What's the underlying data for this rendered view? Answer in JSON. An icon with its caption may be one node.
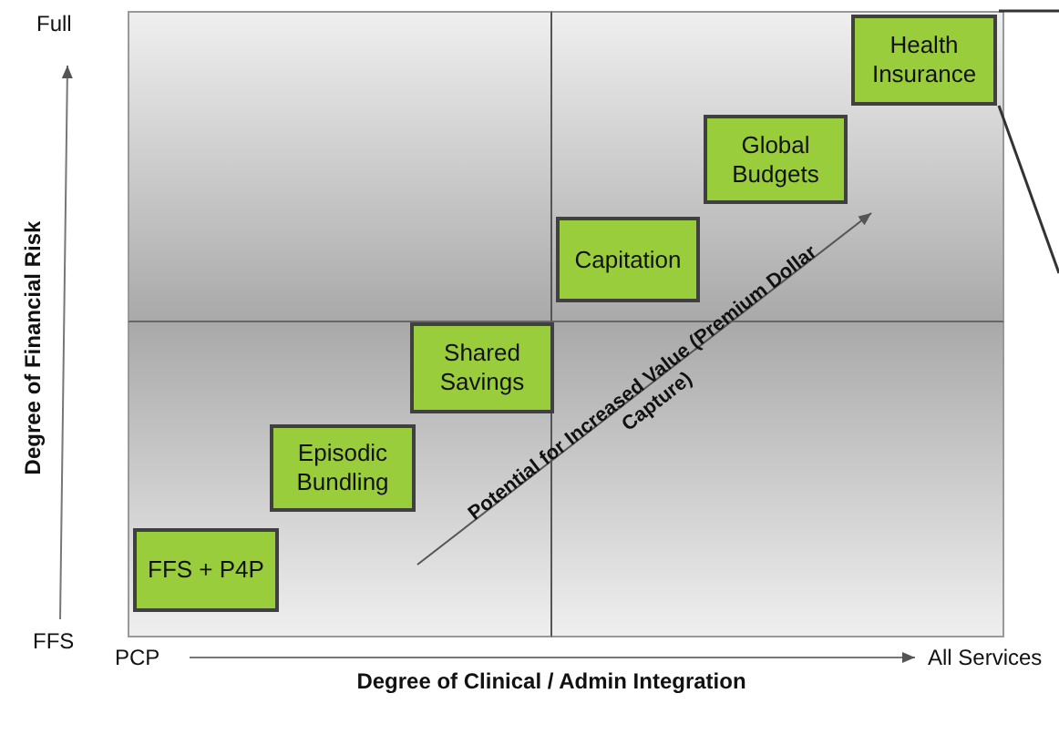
{
  "diagram": {
    "nodes": [
      {
        "text": [
          "FFS + P4P"
        ]
      },
      {
        "text": [
          "Episodic Bundling"
        ]
      },
      {
        "text": [
          "Shared Savings"
        ]
      },
      {
        "text": [
          "Capitation"
        ]
      },
      {
        "text": [
          "Global Budgets"
        ]
      },
      {
        "text": [
          "Health Insurance"
        ]
      }
    ],
    "labels": [
      "Full",
      "Degree of Financial Risk",
      "FFS",
      "PCP",
      "All Services",
      "Degree of Clinical / Admin Integration",
      "Potential for Increased Value (Premium Dollar Capture)"
    ]
  }
}
